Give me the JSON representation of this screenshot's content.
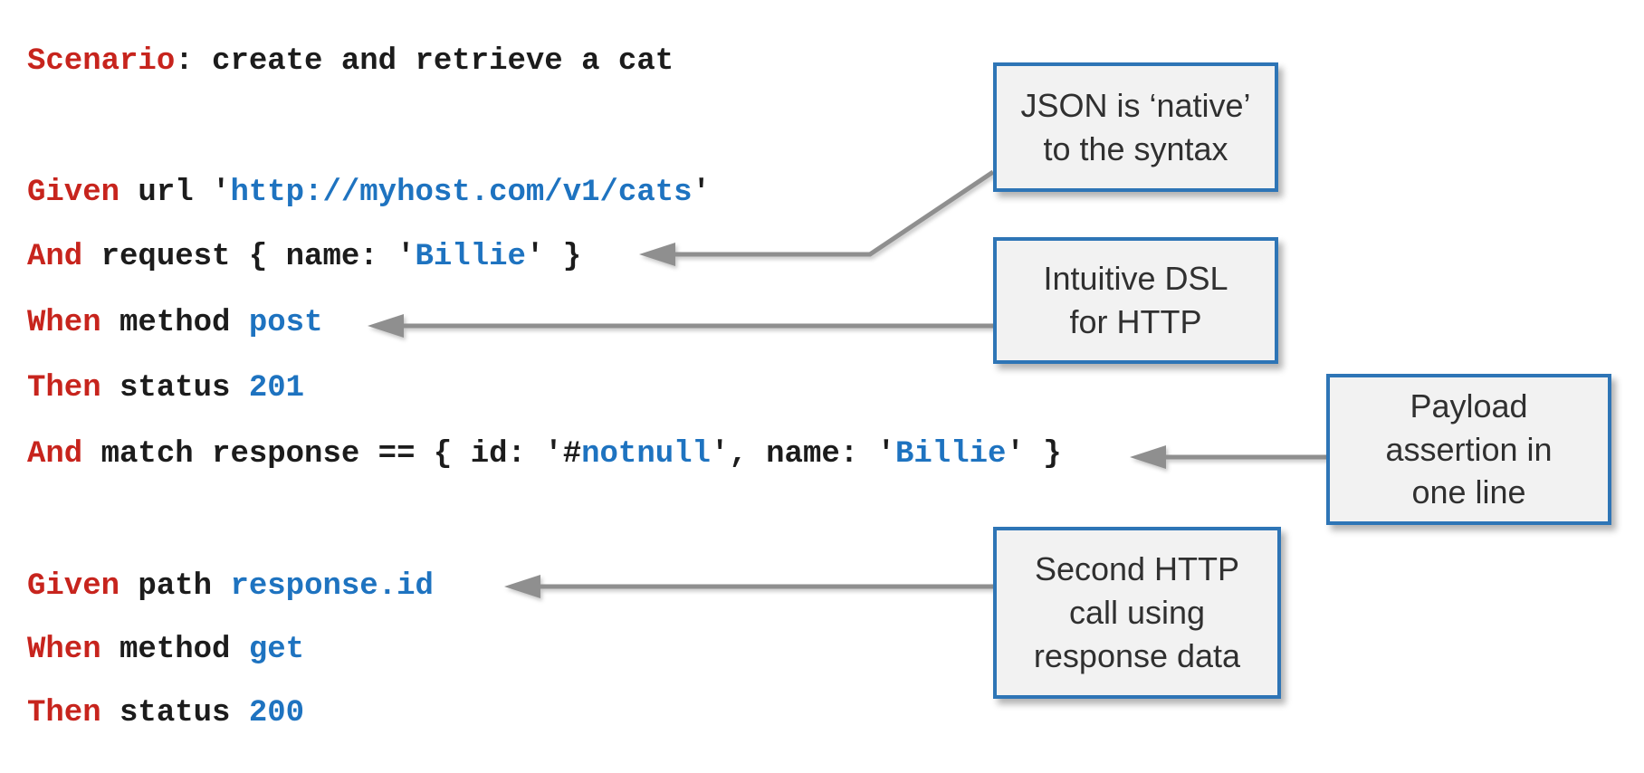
{
  "colors": {
    "code-red": "#c7241d",
    "code-blue": "#1e73c0",
    "code-black": "#1c1c1c",
    "box-border": "#2e75b6",
    "box-bg": "#f2f2f2",
    "arrow-gray": "#8f8f8f"
  },
  "code": {
    "lines": [
      {
        "name": "scenario",
        "segments": [
          {
            "t": "Scenario",
            "c": "red"
          },
          {
            "t": ": create and retrieve a cat",
            "c": "black"
          }
        ]
      },
      {
        "name": "given-url",
        "segments": [
          {
            "t": "Given",
            "c": "red"
          },
          {
            "t": " url '",
            "c": "black"
          },
          {
            "t": "http://myhost.com/v1/cats",
            "c": "blue"
          },
          {
            "t": "'",
            "c": "black"
          }
        ]
      },
      {
        "name": "and-request",
        "segments": [
          {
            "t": "And",
            "c": "red"
          },
          {
            "t": " request { name: '",
            "c": "black"
          },
          {
            "t": "Billie",
            "c": "blue"
          },
          {
            "t": "' }",
            "c": "black"
          }
        ]
      },
      {
        "name": "when-method-post",
        "segments": [
          {
            "t": "When",
            "c": "red"
          },
          {
            "t": " method ",
            "c": "black"
          },
          {
            "t": "post",
            "c": "blue"
          }
        ]
      },
      {
        "name": "then-status-201",
        "segments": [
          {
            "t": "Then",
            "c": "red"
          },
          {
            "t": " status ",
            "c": "black"
          },
          {
            "t": "201",
            "c": "blue"
          }
        ]
      },
      {
        "name": "and-match-response",
        "segments": [
          {
            "t": "And",
            "c": "red"
          },
          {
            "t": " match response == { id: '#",
            "c": "black"
          },
          {
            "t": "notnull",
            "c": "blue"
          },
          {
            "t": "', name: '",
            "c": "black"
          },
          {
            "t": "Billie",
            "c": "blue"
          },
          {
            "t": "' }",
            "c": "black"
          }
        ]
      },
      {
        "name": "given-path",
        "segments": [
          {
            "t": "Given",
            "c": "red"
          },
          {
            "t": " path ",
            "c": "black"
          },
          {
            "t": "response.id",
            "c": "blue"
          }
        ]
      },
      {
        "name": "when-method-get",
        "segments": [
          {
            "t": "When",
            "c": "red"
          },
          {
            "t": " method ",
            "c": "black"
          },
          {
            "t": "get",
            "c": "blue"
          }
        ]
      },
      {
        "name": "then-status-200",
        "segments": [
          {
            "t": "Then",
            "c": "red"
          },
          {
            "t": " status ",
            "c": "black"
          },
          {
            "t": "200",
            "c": "blue"
          }
        ]
      }
    ]
  },
  "callouts": [
    {
      "id": "json-native",
      "lines": [
        "JSON is ‘native’",
        "to the syntax"
      ]
    },
    {
      "id": "intuitive-dsl",
      "lines": [
        "Intuitive DSL",
        "for HTTP"
      ]
    },
    {
      "id": "payload-assertion",
      "lines": [
        "Payload",
        "assertion in",
        "one line"
      ]
    },
    {
      "id": "second-http-call",
      "lines": [
        "Second HTTP",
        "call using",
        "response data"
      ]
    }
  ]
}
